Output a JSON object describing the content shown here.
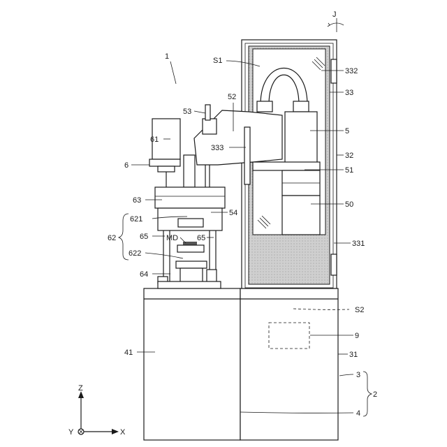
{
  "labels": {
    "l1": "1",
    "J": "J",
    "S1": "S1",
    "l332": "332",
    "l33": "33",
    "l52": "52",
    "l53": "53",
    "l5": "5",
    "l61": "61",
    "l333": "333",
    "l32": "32",
    "l6": "6",
    "l51": "51",
    "l63": "63",
    "l50": "50",
    "l54": "54",
    "l621": "621",
    "l62": "62",
    "l65a": "65",
    "MD": "MD",
    "l65b": "65",
    "l331": "331",
    "l622": "622",
    "l64": "64",
    "S2": "S2",
    "l9": "9",
    "l41": "41",
    "l31": "31",
    "l3": "3",
    "l2": "2",
    "l4": "4",
    "Z": "Z",
    "Y": "Y",
    "X": "X"
  },
  "colors": {
    "line": "#1a1a1a",
    "window_shade": "#c8c8c8",
    "background": "#ffffff"
  }
}
